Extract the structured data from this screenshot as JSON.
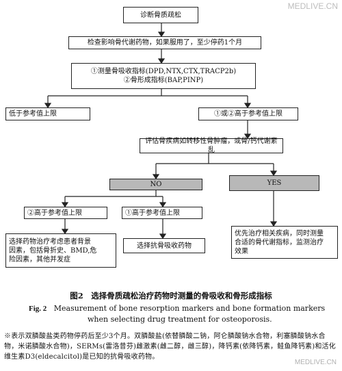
{
  "watermark_top": "MEDLIVE.CN",
  "watermark_bottom": "MEDLIVE.CN",
  "nodes": {
    "diagnose": "诊断骨质疏松",
    "check_drugs": "检查影响骨代谢药物，如果服用了，至少停药1个月",
    "markers": "①测量骨吸收指标(DPD,NTX,CTX,TRACP2b)\n②骨形成指标(BAP,PINP)",
    "below_ref": "低于参考值上限",
    "above_ref": "①或②高于参考值上限",
    "evaluate": "评估骨疾病如转移性骨肿瘤，或骨/钙代谢紊乱",
    "no": "NO",
    "yes": "YES",
    "b2_high": "②高于参考值上限",
    "b1_high": "①高于参考值上限",
    "choose_drug": "选择药物治疗考虑患者背景\n因素，包括骨折史、BMD,危\n险因素，其他并发症",
    "choose_anti": "选择抗骨吸收药物",
    "prioritize": "优先治疗相关疾病，同时测量\n合适的骨代谢指标，监测治疗\n效果"
  },
  "caption": {
    "cn": "图2　选择骨质疏松治疗药物时测量的骨吸收和骨形成指标",
    "en_label": "Fig. 2",
    "en_line1": "Measurement of bone resorption markers and bone formation markers",
    "en_line2": "when selecting drug treatment for osteoporosis."
  },
  "note": "※表示双膦酸盐类药物停药后至少3个月。双膦酸盐(依替膦酸二钠，阿仑膦酸钠水合物，利塞膦酸钠水合物，米诺膦酸水合物)，SERMs(雷洛昔芬)雌激素(雌二醇，雌三醇)，降钙素(依降钙素，鲑鱼降钙素)和活化维生素D3(eldecalcitol)是已知的抗骨吸收药物。"
}
